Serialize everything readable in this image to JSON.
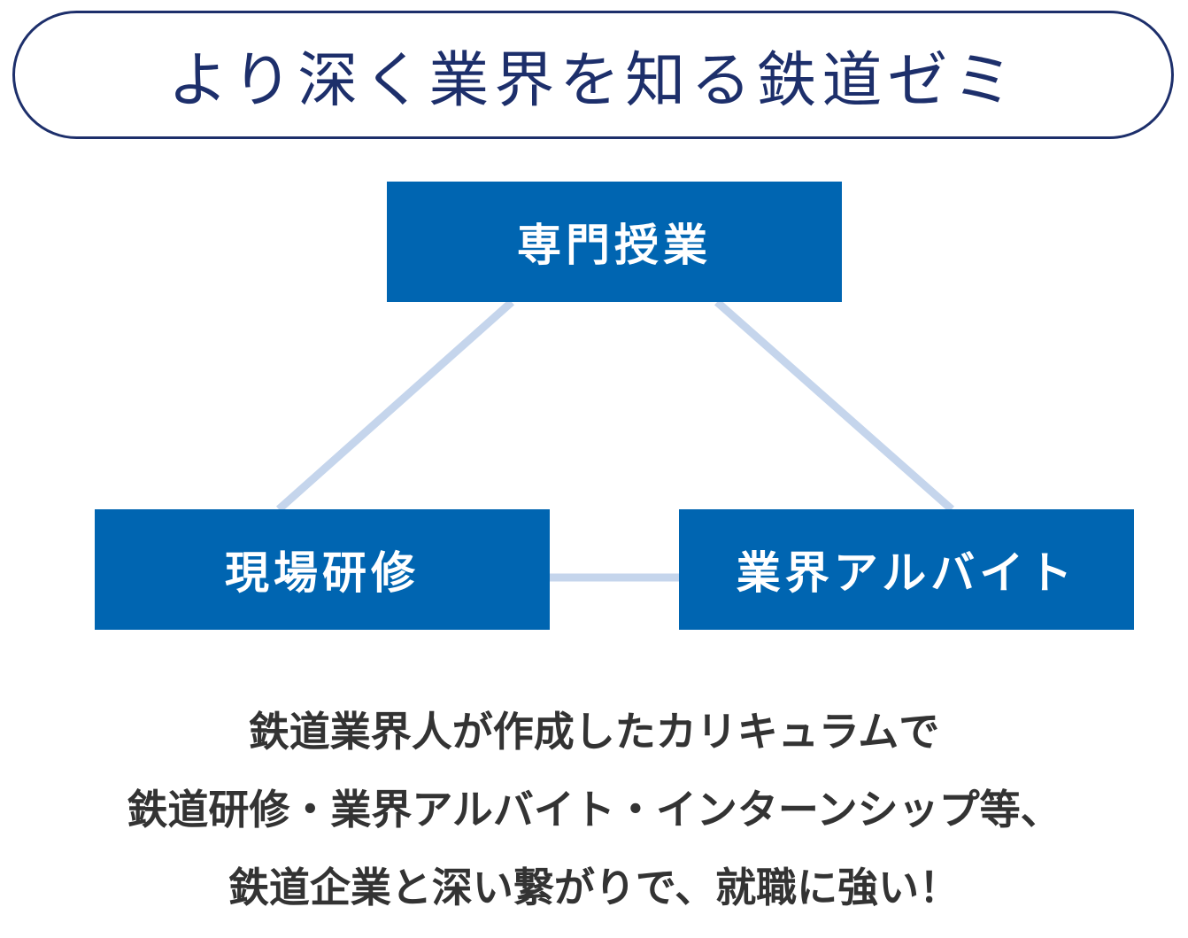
{
  "title": "より深く業界を知る鉄道ゼミ",
  "nodes": {
    "top": "専門授業",
    "left": "現場研修",
    "right": "業界アルバイト"
  },
  "caption": {
    "line1": "鉄道業界人が作成したカリキュラムで",
    "line2": "鉄道研修・業界アルバイト・インターンシップ等、",
    "line3": "鉄道企業と深い繋がりで、就職に強い！"
  },
  "colors": {
    "title_border": "#1d2f6b",
    "title_text": "#1d2f6b",
    "box_fill": "#0065b1",
    "box_text": "#ffffff",
    "connector": "#c5d5ec",
    "caption_text": "#333333"
  }
}
